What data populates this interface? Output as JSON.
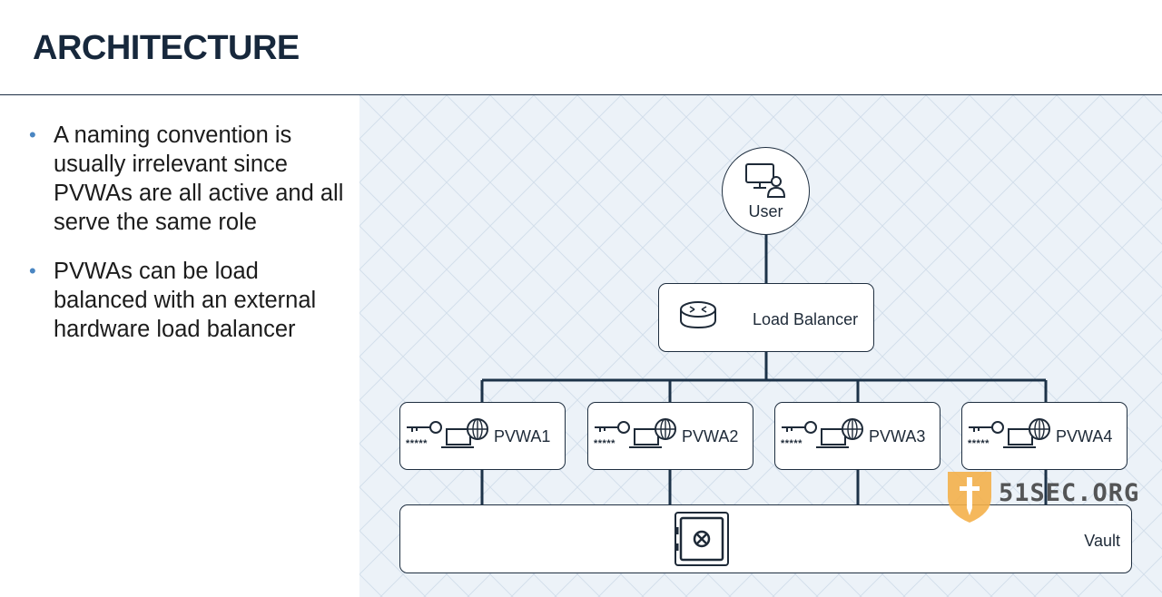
{
  "slide": {
    "title": "ARCHITECTURE",
    "bullets": [
      "A naming convention is usually irrelevant since PVWAs are all active and all serve the same role",
      "PVWAs can be load balanced with an external hardware load balancer"
    ]
  },
  "diagram": {
    "user": {
      "label": "User",
      "icon": "user-computer-icon"
    },
    "load_balancer": {
      "label": "Load Balancer",
      "icon": "router-icon"
    },
    "pvwas": [
      {
        "label": "PVWA1",
        "icons": [
          "key-icon",
          "password-mask-icon",
          "laptop-icon",
          "globe-icon"
        ]
      },
      {
        "label": "PVWA2",
        "icons": [
          "key-icon",
          "password-mask-icon",
          "laptop-icon",
          "globe-icon"
        ]
      },
      {
        "label": "PVWA3",
        "icons": [
          "key-icon",
          "password-mask-icon",
          "laptop-icon",
          "globe-icon"
        ]
      },
      {
        "label": "PVWA4",
        "icons": [
          "key-icon",
          "password-mask-icon",
          "laptop-icon",
          "globe-icon"
        ]
      }
    ],
    "vault": {
      "label": "Vault",
      "icon": "safe-icon"
    },
    "password_mask": "*****"
  },
  "watermark": {
    "text": "51SEC.ORG",
    "icon": "shield-sword-icon"
  },
  "colors": {
    "title": "#17283c",
    "bullet": "#4a86c2",
    "diagram_bg": "#ecf2f8",
    "connector": "#1c3248",
    "watermark_shield": "#f4b04a"
  }
}
